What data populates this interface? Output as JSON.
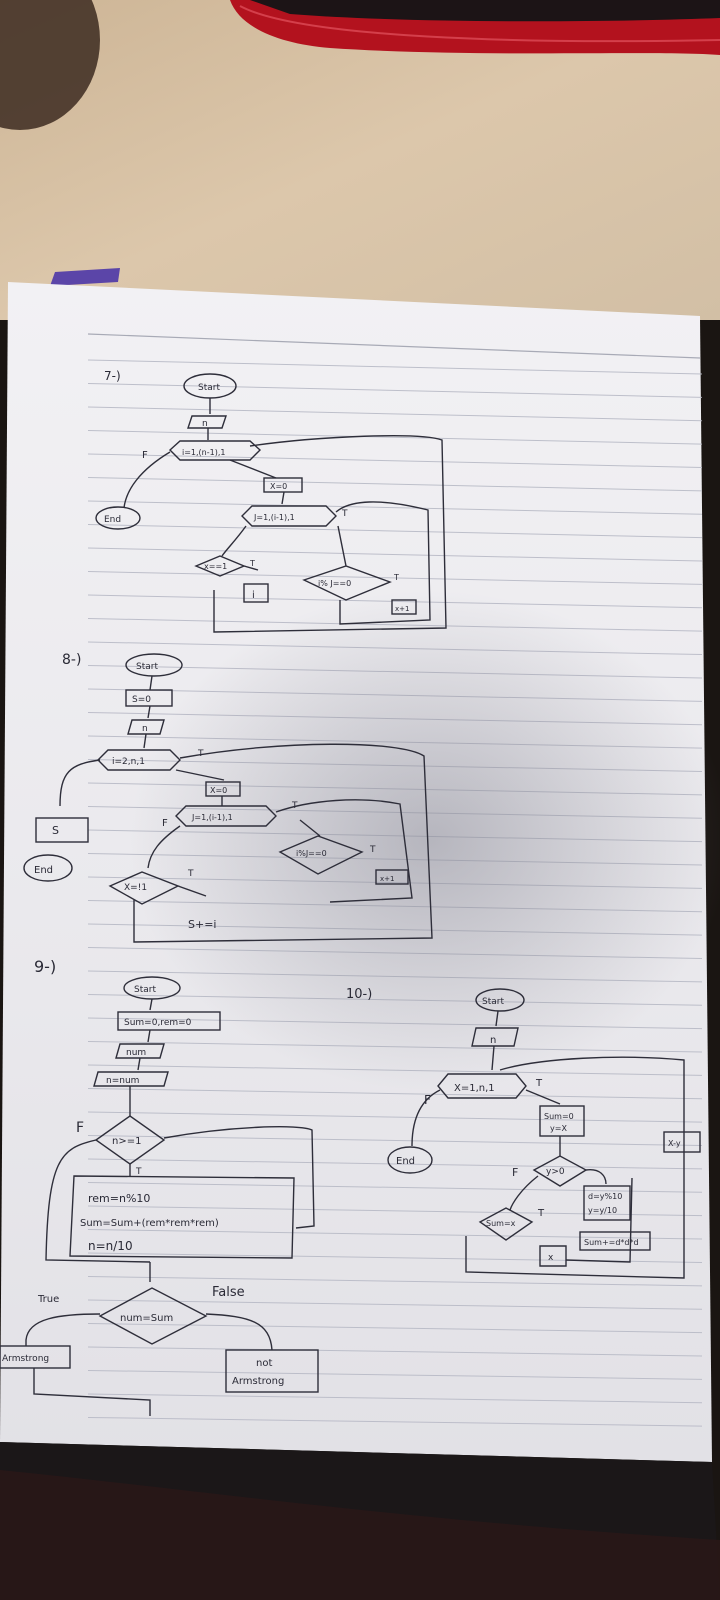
{
  "photo": {
    "colors": {
      "ink": "#2e2e3a",
      "paper": "#eeedf0",
      "lines": "#b7b9c4",
      "desk": "#d8c3a7",
      "bag": "#b3121e"
    }
  },
  "page": {
    "problems": [
      {
        "number": "7-)"
      },
      {
        "number": "8-)"
      },
      {
        "number": "9-)"
      },
      {
        "number": "10-)"
      }
    ]
  },
  "flowchart_7": {
    "start": "Start",
    "input": "n",
    "loop": "i=1,(n-1),1",
    "false_label": "F",
    "end": "End",
    "init": "X=0",
    "inner_loop": "J=1,(i-1),1",
    "true_label": "T",
    "condition_x": "x==1",
    "true_label_2": "T",
    "output": "i",
    "condition_mod": "i% J==0",
    "true_label_3": "T",
    "increment": "x+1"
  },
  "flowchart_8": {
    "start": "Start",
    "init_s": "S=0",
    "input": "n",
    "loop": "i=2,n,1",
    "true_label": "T",
    "output_s": "S",
    "end": "End",
    "init_x": "X=0",
    "false_label": "F",
    "inner_loop": "J=1,(i-1),1",
    "true_label_2": "T",
    "condition_mod": "i%J==0",
    "true_label_3": "T",
    "increment": "x+1",
    "condition_x": "X=!1",
    "true_label_4": "T",
    "sum": "S+=i"
  },
  "flowchart_9": {
    "start": "Start",
    "init": "Sum=0,rem=0",
    "input": "num",
    "assign": "n=num",
    "false_label": "F",
    "condition": "n>=1",
    "true_label": "T",
    "body_line_1": "rem=n%10",
    "body_line_2": "Sum=Sum+(rem*rem*rem)",
    "body_line_3": "n=n/10",
    "decision": "num=Sum",
    "true_label_2": "True",
    "false_label_2": "False",
    "result_true": "Armstrong",
    "result_false_1": "not",
    "result_false_2": "Armstrong"
  },
  "flowchart_10": {
    "start": "Start",
    "input": "n",
    "loop": "X=1,n,1",
    "false_label": "F",
    "true_label": "T",
    "end": "End",
    "init_1": "Sum=0",
    "init_2": "y=X",
    "side": "X-y",
    "condition": "y>0",
    "false_label_2": "F",
    "body_1": "d=y%10",
    "body_2": "y=y/10",
    "body_3": "Sum+=d*d*d",
    "check": "Sum=x",
    "true_label_2": "T",
    "output": "x"
  }
}
